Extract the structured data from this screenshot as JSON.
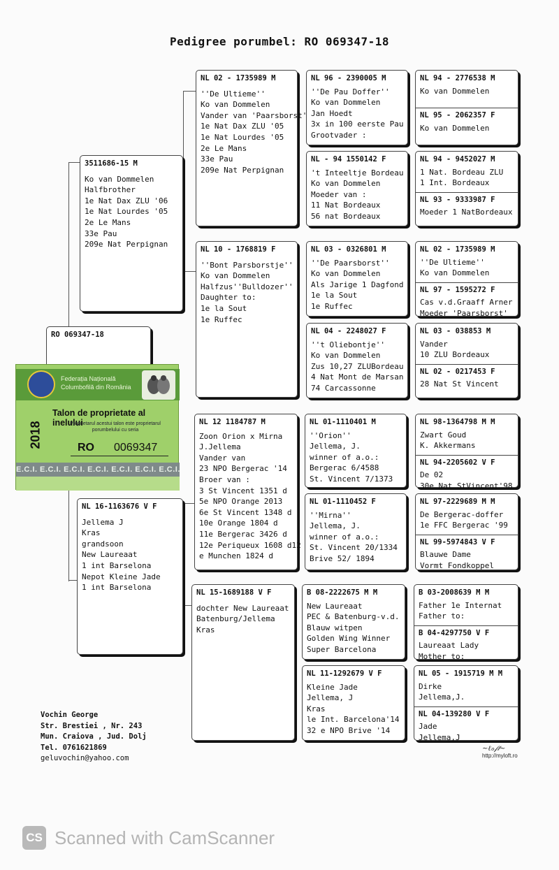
{
  "title": "Pedigree porumbel: RO 069347-18",
  "subject": {
    "ring": "RO 069347-18"
  },
  "card": {
    "federation": "Federația Națională Columbofilă din România",
    "year": "2018",
    "heading": "Talon de proprietate al inelului",
    "subtitle": "Proprietarul acestui talon este proprietarul porumbelului cu seria",
    "ro_prefix": "RO",
    "ro_number": "0069347",
    "strip": "E.C.I. E.C.I. E.C.I. E.C.I. E.C.I. E.C.I. E.C.I."
  },
  "sire": {
    "header": "3511686-15 M",
    "lines": [
      "Ko van Dommelen",
      "Halfbrother",
      "1e Nat Dax ZLU '06",
      "1e Nat Lourdes '05",
      "2e Le Mans",
      "33e Pau",
      "209e Nat Perpignan"
    ]
  },
  "dam": {
    "header": "NL 16-1163676 V F",
    "lines": [
      "Jellema J",
      "Kras",
      "grandsoon",
      "New Laureaat",
      "1 int Barselona",
      "Nepot Kleine Jade",
      "1 int Barselona"
    ]
  },
  "gen2": [
    {
      "header": "NL 02 - 1735989 M",
      "lines": [
        "''De Ultieme''",
        "Ko van Dommelen",
        "Vander van 'Paarsborst'",
        "1e Nat Dax ZLU '05",
        "1e Nat Lourdes '05",
        "2e Le Mans",
        "33e Pau",
        "209e Nat Perpignan"
      ]
    },
    {
      "header": "NL 10 - 1768819 F",
      "lines": [
        "''Bont Parsborstje''",
        "Ko van Dommelen",
        "Halfzus''Bulldozer''",
        "Daughter to:",
        "1e la Sout",
        "1e Ruffec"
      ]
    },
    {
      "header": "NL 12 1184787 M",
      "lines": [
        "Zoon Orion x Mirna",
        "J.Jellema",
        "Vander van",
        "23 NPO Bergerac '14",
        "Broer van :",
        "3 St Vincent  1351 d",
        "5e NPO Orange 2013",
        "6e St Vincent 1348 d",
        "10e Orange    1804 d",
        "11e Bergerac  3426 d",
        "12e Periqueux 1608 d12",
        "e Munchen    1824 d"
      ]
    },
    {
      "header": "NL 15-1689188 V F",
      "lines": [
        "dochter New Laureaat",
        "Batenburg/Jellema",
        "Kras"
      ]
    }
  ],
  "gen3": [
    {
      "header": "NL 96 - 2390005 M",
      "lines": [
        "''De Pau Doffer''",
        "Ko van Dommelen",
        "Jan Hoedt",
        "3x in 100 eerste Pau",
        "Grootvader :"
      ]
    },
    {
      "header": "NL - 94 1550142 F",
      "lines": [
        "'t Inteeltje Bordeau",
        "Ko van Dommelen",
        "Moeder van :",
        "11 Nat Bordeaux",
        "56 nat Bordeaux"
      ]
    },
    {
      "header": "NL 03 - 0326801 M",
      "lines": [
        "''De Paarsborst''",
        "Ko van Dommelen",
        "Als Jarige 1 Dagfond",
        "1e la Sout",
        "1e Ruffec"
      ]
    },
    {
      "header": "NL 04 - 2248027 F",
      "lines": [
        "''t Oliebontje''",
        "Ko van Dommelen",
        "Zus 10,27 ZLUBordeau",
        "4 Nat Mont de Marsan",
        "74 Carcassonne"
      ]
    },
    {
      "header": "NL 01-1110401 M",
      "lines": [
        "''Orion''",
        "Jellema, J.",
        "winner of a.o.:",
        "Bergerac 6/4588",
        "St. Vincent 7/1373"
      ]
    },
    {
      "header": "NL 01-1110452 F",
      "lines": [
        "''Mirna''",
        "Jellema, J.",
        "winner of a.o.:",
        "St. Vincent 20/1334",
        "Brive 52/ 1894"
      ]
    },
    {
      "header": "B 08-2222675 M M",
      "lines": [
        "New Laureaat",
        "PEC & Batenburg-v.d.",
        "Blauw witpen",
        "Golden Wing Winner",
        "Super Barcelona"
      ]
    },
    {
      "header": "NL 11-1292679 V F",
      "lines": [
        "Kleine Jade",
        "Jellema, J",
        "Kras",
        "le Int. Barcelona'14",
        "32 e NPO Brive '14"
      ]
    }
  ],
  "gen4": [
    {
      "top": {
        "header": "NL 94 - 2776538 M",
        "lines": [
          "Ko van Dommelen"
        ]
      },
      "bottom": {
        "header": "NL 95 - 2062357 F",
        "lines": [
          "Ko van Dommelen"
        ]
      }
    },
    {
      "top": {
        "header": "NL 94 - 9452027 M",
        "lines": [
          "1 Nat. Bordeau ZLU",
          "1 Int. Bordeaux"
        ]
      },
      "bottom": {
        "header": "NL 93 - 9333987 F",
        "lines": [
          "Moeder 1 NatBordeaux"
        ]
      }
    },
    {
      "top": {
        "header": "NL 02 - 1735989 M",
        "lines": [
          "''De Ultieme''",
          "Ko van Dommelen"
        ]
      },
      "bottom": {
        "header": "NL 97 - 1595272 F",
        "lines": [
          "Cas v.d.Graaff Arner",
          "Moeder 'Paarsborst'"
        ]
      }
    },
    {
      "top": {
        "header": "NL 03 - 038853 M",
        "lines": [
          "Vander",
          "10 ZLU Bordeaux"
        ]
      },
      "bottom": {
        "header": "NL 02 - 0217453 F",
        "lines": [
          "28 Nat St Vincent"
        ]
      }
    },
    {
      "top": {
        "header": "NL 98-1364798 M M",
        "lines": [
          "Zwart Goud",
          "K. Akkermans"
        ]
      },
      "bottom": {
        "header": "NL 94-2205602 V F",
        "lines": [
          "De 02",
          "30e Nat StVincent'98"
        ]
      }
    },
    {
      "top": {
        "header": "NL 97-2229689 M M",
        "lines": [
          "De Bergerac-doffer",
          "1e  FFC Bergerac '99"
        ]
      },
      "bottom": {
        "header": "NL 99-5974843 V F",
        "lines": [
          "Blauwe Dame",
          "Vormt Fondkoppel"
        ]
      }
    },
    {
      "top": {
        "header": "B 03-2008639 M M",
        "lines": [
          "Father 1e Internat",
          "Father to:"
        ]
      },
      "bottom": {
        "header": "B 04-4297750 V F",
        "lines": [
          "Laureaat Lady",
          "Mother to:"
        ]
      }
    },
    {
      "top": {
        "header": "NL 05 - 1915719 M M",
        "lines": [
          "Dirke",
          "Jellema,J."
        ]
      },
      "bottom": {
        "header": "NL 04-139280 V F",
        "lines": [
          "Jade",
          "Jellema,J"
        ]
      }
    }
  ],
  "owner": {
    "name": "Vochin George",
    "street": "Str. Brestiei , Nr. 243",
    "city": "Mun. Craiova , Jud. Dolj",
    "phone": "Tel. 0761621869",
    "email": "geluvochin@yahoo.com"
  },
  "signature_site": "http://myloft.ro",
  "watermark": {
    "badge": "CS",
    "text": "Scanned with CamScanner"
  }
}
